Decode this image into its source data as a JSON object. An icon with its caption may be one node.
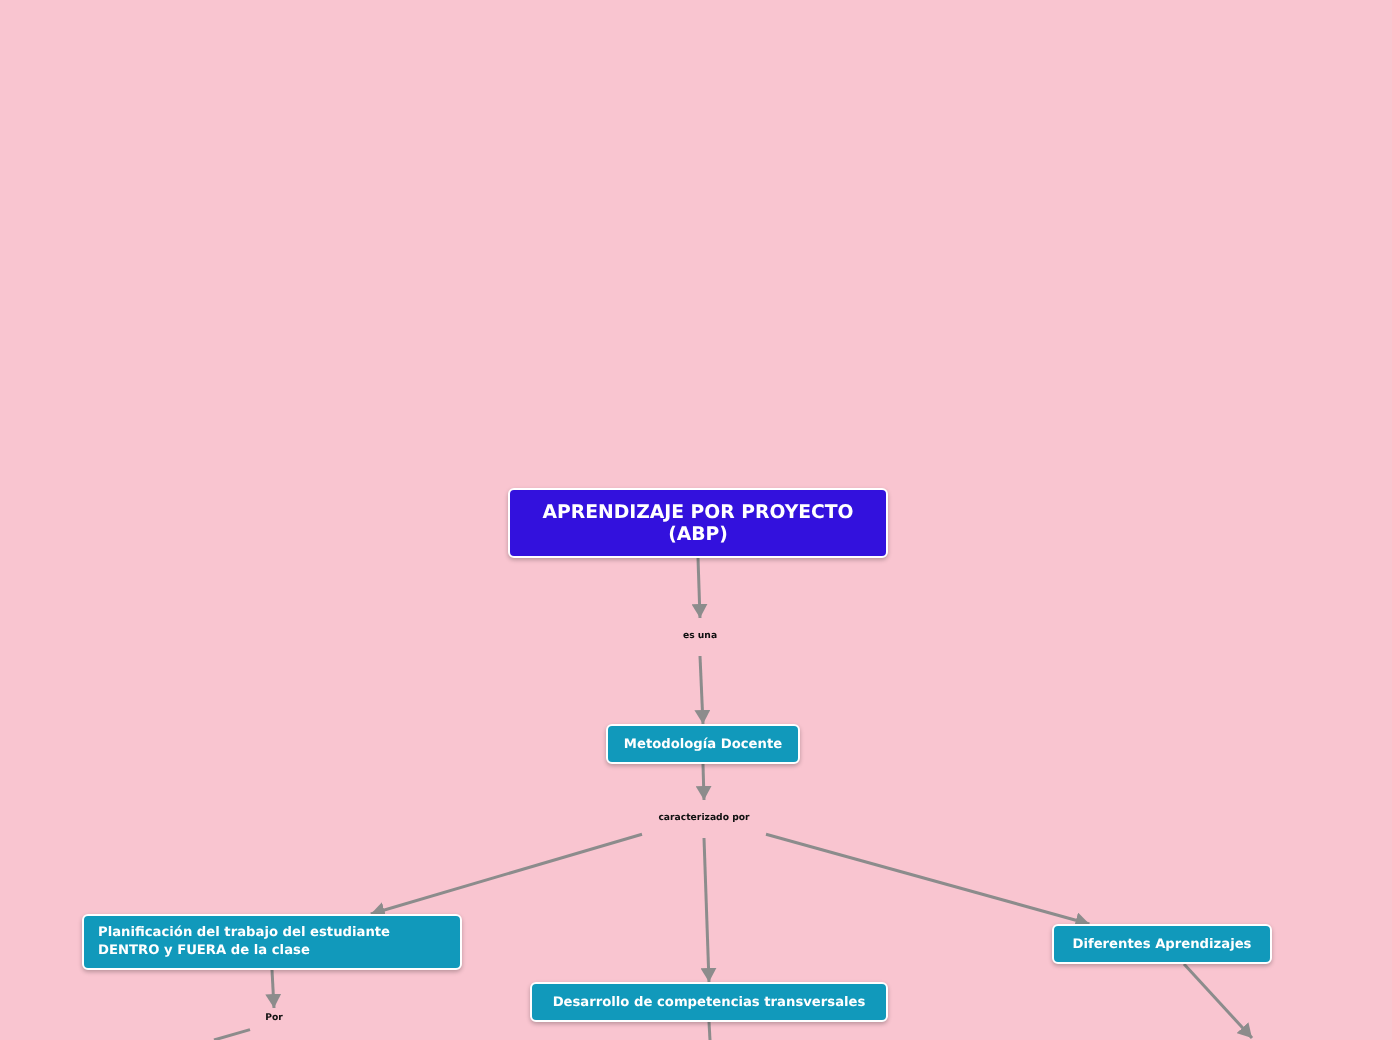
{
  "diagram": {
    "nodes": [
      {
        "text": [
          "APRENDIZAJE POR PROYECTO (ABP)"
        ]
      },
      {
        "text": [
          "es una"
        ]
      },
      {
        "text": [
          "Metodología Docente"
        ]
      },
      {
        "text": [
          "caracterizado por"
        ]
      },
      {
        "text": [
          "Planificación del trabajo del estudiante DENTRO y FUERA de la clase"
        ]
      },
      {
        "text": [
          "Desarrollo de competencias transversales"
        ]
      },
      {
        "text": [
          "Diferentes Aprendizajes"
        ]
      },
      {
        "text": [
          "Por"
        ]
      }
    ],
    "edges": [
      {
        "from": 0,
        "to": 1,
        "arrow": "to"
      },
      {
        "from": 1,
        "to": 2,
        "arrow": "to"
      },
      {
        "from": 2,
        "to": 3,
        "arrow": "to"
      },
      {
        "from": 3,
        "to": 4,
        "arrow": "to"
      },
      {
        "from": 3,
        "to": 5,
        "arrow": "to"
      },
      {
        "from": 3,
        "to": 6,
        "arrow": "to"
      },
      {
        "from": 4,
        "to": 7,
        "arrow": "to"
      },
      {
        "from": 7,
        "to": null,
        "arrow": "none"
      },
      {
        "from": 5,
        "to": null,
        "arrow": "none"
      },
      {
        "from": 6,
        "to": null,
        "arrow": "to"
      }
    ]
  }
}
